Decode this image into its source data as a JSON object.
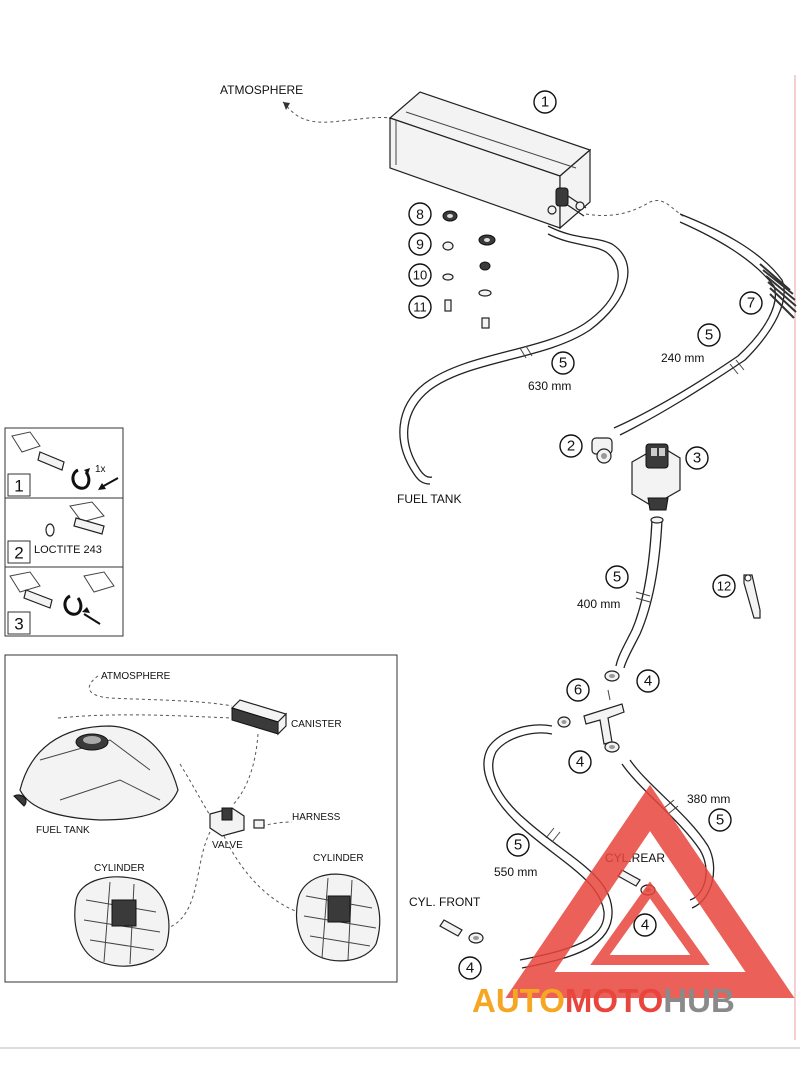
{
  "labels": {
    "atmosphere": "ATMOSPHERE",
    "fuel_tank": "FUEL TANK",
    "cyl_front": "CYL. FRONT",
    "cyl_rear": "CYL.REAR"
  },
  "hoses": {
    "h630": "630 mm",
    "h240": "240 mm",
    "h400": "400 mm",
    "h380": "380 mm",
    "h550": "550 mm"
  },
  "callouts": {
    "c1": "1",
    "c2": "2",
    "c3": "3",
    "c4": "4",
    "c5": "5",
    "c6": "6",
    "c7": "7",
    "c8": "8",
    "c9": "9",
    "c10": "10",
    "c11": "11",
    "c12": "12"
  },
  "steps": {
    "s1": "1",
    "s1x": "1x",
    "s2": "2",
    "s2_text": "LOCTITE 243",
    "s3": "3"
  },
  "inset": {
    "atmosphere": "ATMOSPHERE",
    "canister": "CANISTER",
    "fuel_tank": "FUEL TANK",
    "valve": "VALVE",
    "harness": "HARNESS",
    "cylinder_left": "CYLINDER",
    "cylinder_right": "CYLINDER"
  },
  "watermark": {
    "part1": "AUTO",
    "part2": "MOTO",
    "part3": "HUB",
    "color_orange": "#f5a623",
    "color_red": "#e8453c",
    "color_grey": "#8a8a8a"
  }
}
